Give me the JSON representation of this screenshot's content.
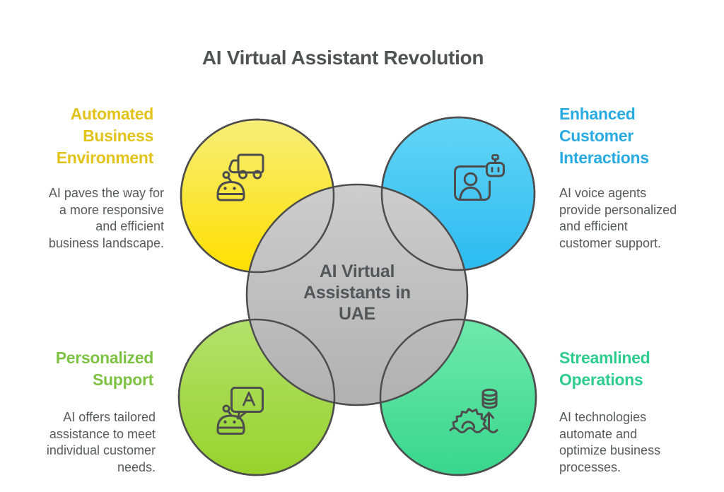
{
  "title": "AI Virtual Assistant Revolution",
  "center": {
    "label": "AI Virtual\nAssistants in\nUAE"
  },
  "sections": [
    {
      "id": "automated-business-environment",
      "position": "top-left",
      "heading": "Automated\nBusiness\nEnvironment",
      "description": "AI paves the way for\na more responsive\nand efficient\nbusiness landscape.",
      "heading_color": "#E2C31C",
      "circle_top": "#F6EE79",
      "circle_bottom": "#FFE000",
      "icon": "robot-truck-icon"
    },
    {
      "id": "enhanced-customer-interactions",
      "position": "top-right",
      "heading": "Enhanced\nCustomer\nInteractions",
      "description": "AI voice agents\nprovide personalized\nand efficient\ncustomer support.",
      "heading_color": "#29ABE2",
      "circle_top": "#64D5F6",
      "circle_bottom": "#2CBBF0",
      "icon": "portrait-robot-icon"
    },
    {
      "id": "personalized-support",
      "position": "bottom-left",
      "heading": "Personalized\nSupport",
      "description": "AI offers tailored\nassistance to meet\nindividual customer\nneeds.",
      "heading_color": "#7DC243",
      "circle_top": "#B4E16C",
      "circle_bottom": "#97D22C",
      "icon": "robot-chat-bubble-icon"
    },
    {
      "id": "streamlined-operations",
      "position": "bottom-right",
      "heading": "Streamlined\nOperations",
      "description": "AI technologies\nautomate and\noptimize business\nprocesses.",
      "heading_color": "#2ECC8E",
      "circle_top": "#6FE9AC",
      "circle_bottom": "#38D68C",
      "icon": "gear-database-arrow-icon"
    }
  ],
  "center_circle": {
    "fill_top": "#CDCDCD",
    "fill_bottom": "#B1B1B1"
  },
  "palette": {
    "outline": "#4D4D4D",
    "title_text": "#515254",
    "body_text": "#58595B",
    "background": "#FFFFFF"
  }
}
